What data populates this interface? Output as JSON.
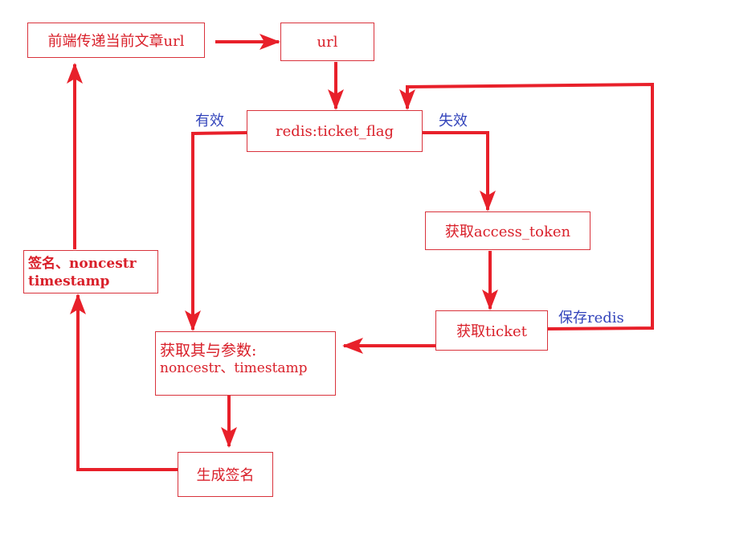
{
  "nodes": {
    "frontend_url": "前端传递当前文章url",
    "url": "url",
    "redis_flag": "redis:ticket_flag",
    "get_access_token": "获取access_token",
    "get_ticket": "获取ticket",
    "get_params_line1": "获取其与参数:",
    "get_params_line2": "noncestr、timestamp",
    "generate_signature": "生成签名",
    "signature_line1": "签名、noncestr",
    "signature_line2": "timestamp"
  },
  "edge_labels": {
    "valid": "有效",
    "invalid": "失效",
    "save_redis": "保存redis"
  },
  "colors": {
    "line": "#e8202a",
    "label": "#3344bb"
  }
}
